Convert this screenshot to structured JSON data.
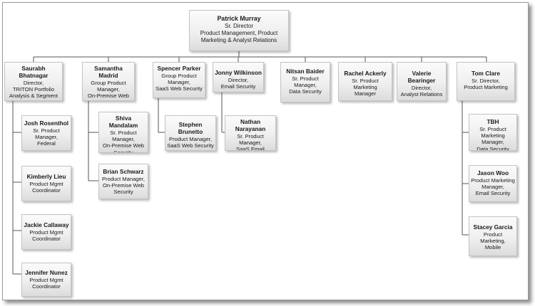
{
  "root": {
    "name": "Patrick Murray",
    "title": "Sr. Director\nProduct Management, Product\nMarketing & Analyst Relations"
  },
  "managers": [
    {
      "name": "Saurabh Bhatnagar",
      "title": "Director,\nTRITON Portfolio\nAnalysis & Segment\nStrategy"
    },
    {
      "name": "Samantha Madrid",
      "title": "Group Product\nManager,\nOn-Premise Web\nSecurity"
    },
    {
      "name": "Spencer Parker",
      "title": "Group Product\nManager,\nSaaS Web Security"
    },
    {
      "name": "Jonny Wilkinson",
      "title": "Director,\nEmail Security"
    },
    {
      "name": "Nitsan Baider",
      "title": "Sr. Product\nManager,\nData Security"
    },
    {
      "name": "Rachel Ackerly",
      "title": "Sr. Product Marketing\nManager"
    },
    {
      "name": "Valerie Bearinger",
      "title": "Director,\nAnalyst Relations"
    },
    {
      "name": "Tom Clare",
      "title": "Sr. Director,\nProduct Marketing"
    }
  ],
  "reports": {
    "saurabh": [
      {
        "name": "Josh Rosenthol",
        "title": "Sr. Product\nManager,\nFederal"
      },
      {
        "name": "Kimberly Lieu",
        "title": "Product Mgmt\nCoordinator"
      },
      {
        "name": "Jackie Callaway",
        "title": "Product Mgmt\nCoordinator"
      },
      {
        "name": "Jennifer Nunez",
        "title": "Product Mgmt\nCoordinator"
      }
    ],
    "samantha": [
      {
        "name": "Shiva Mandalam",
        "title": "Sr. Product\nManager,\nOn-Premise Web\nSecurity"
      },
      {
        "name": "Brian Schwarz",
        "title": "Product Manager,\nOn-Premise Web\nSecurity"
      }
    ],
    "spencer": [
      {
        "name": "Stephen Brunetto",
        "title": "Product Manager,\nSaaS Web Security"
      }
    ],
    "jonny": [
      {
        "name": "Nathan Narayanan",
        "title": "Sr. Product\nManager,\nSaaS Email Security"
      }
    ],
    "tom": [
      {
        "name": "TBH",
        "title": "Sr. Product\nMarketing Manager,\nData Security"
      },
      {
        "name": "Jason Woo",
        "title": "Product Marketing\nManager,\nEmail Security"
      },
      {
        "name": "Stacey Garcia",
        "title": "Product Marketing,\nMobile"
      }
    ]
  }
}
